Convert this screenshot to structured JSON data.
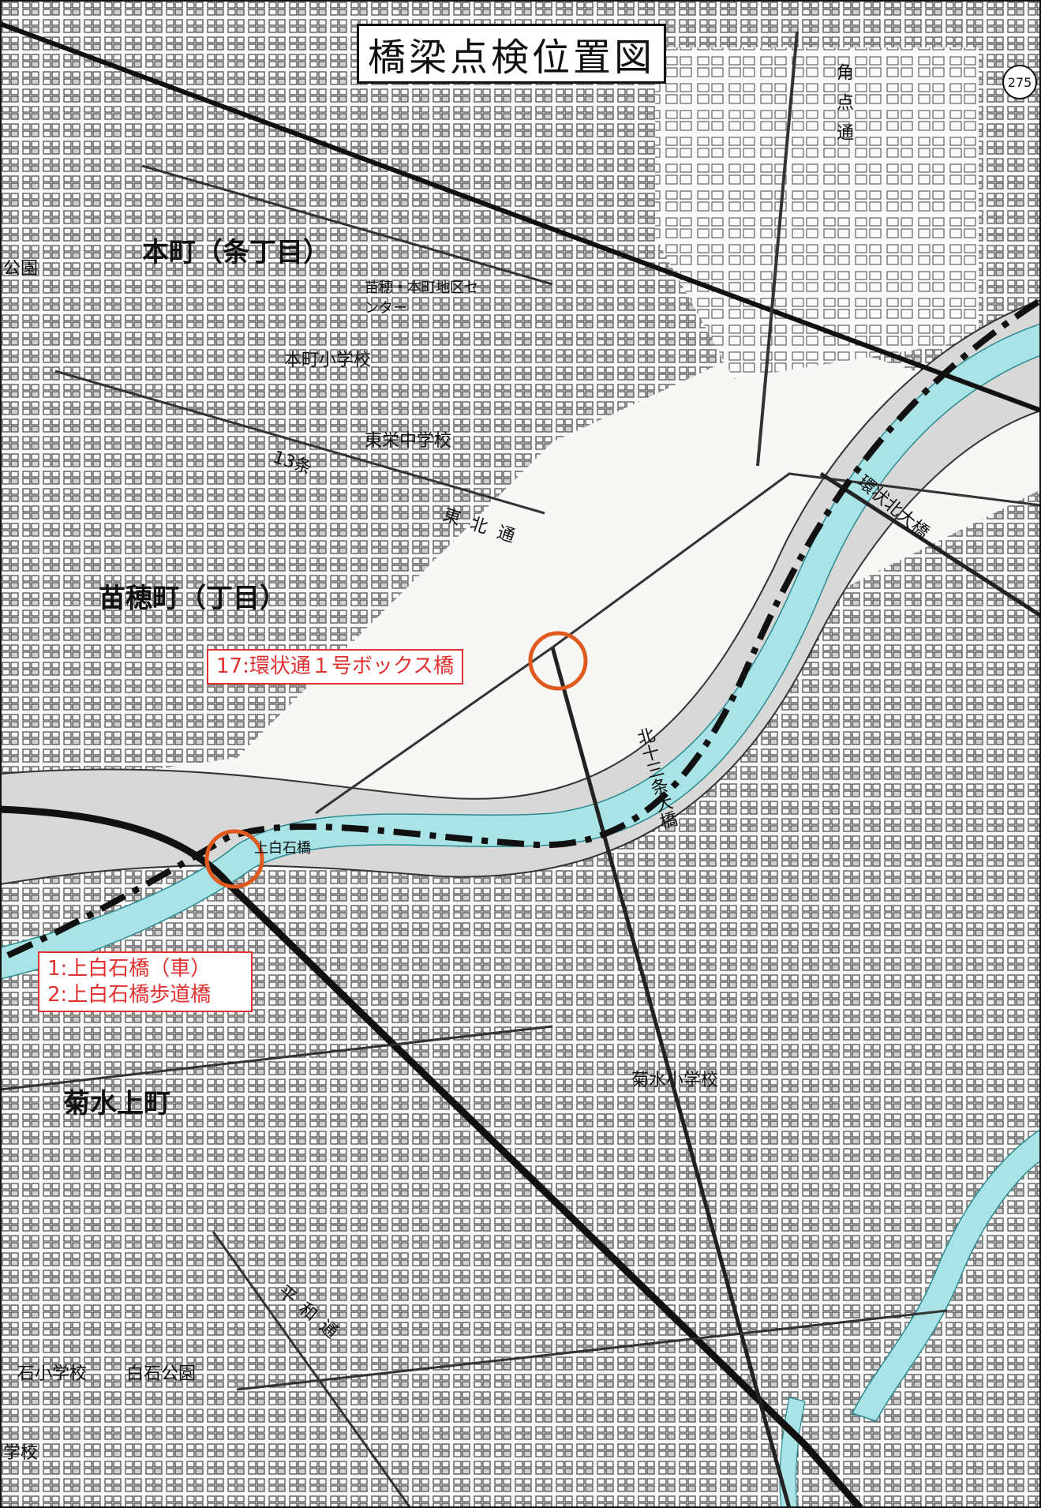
{
  "title": "橋梁点検位置図",
  "route_shield": "275",
  "colors": {
    "river": "#a9e3e6",
    "riverbank": "#d6d6d6",
    "marker": "#e05a20",
    "callout": "#e03030",
    "boundary": "#111111"
  },
  "place_labels": {
    "honcho": "本町（条丁目）",
    "naebocho": "苗穂町（丁目）",
    "kikusui_kamimachi": "菊水上町",
    "honcho_school": "本町小学校",
    "touei_school": "東栄中学校",
    "kikusui_school": "菊水小学校",
    "shiroishi_school": "石小学校",
    "shiroishi_park": "白石公園",
    "naebo_center": "苗穂・本町地区センター",
    "park_left": "公園",
    "school_left": "学校",
    "road_13jo": "13条",
    "road_higashi_kita": "東北通",
    "road_heiwa": "平和通",
    "road_kado": "角点通",
    "bridge_kanjo_kita": "環状北大橋",
    "bridge_kita13": "北十三条大橋",
    "bridge_shiroishi_small": "上白石橋"
  },
  "callouts": {
    "bridge17": "17:環状通１号ボックス橋",
    "bridge1": "1:上白石橋（車）",
    "bridge2": "2:上白石橋歩道橋"
  },
  "markers": [
    {
      "name": "marker-bridge-17",
      "label": "17"
    },
    {
      "name": "marker-bridge-1-2",
      "label": "1,2"
    }
  ]
}
